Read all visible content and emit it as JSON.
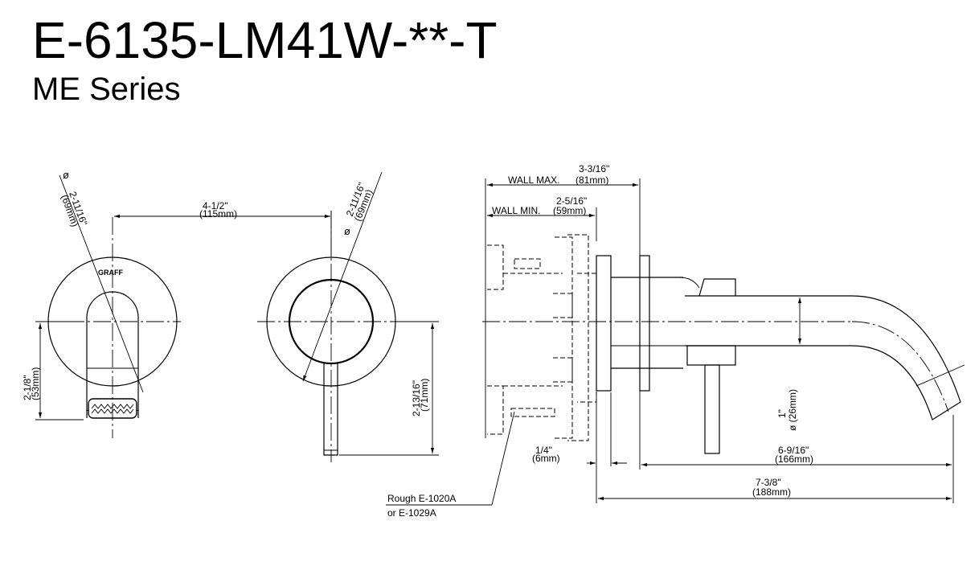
{
  "title": "E-6135-LM41W-**-T",
  "subtitle": "ME Series",
  "front_view_spout": {
    "logo": "GRAFF",
    "diameter_symbol": "ø",
    "diameter_in": "2-11/16\"",
    "diameter_mm": "(69mm)",
    "height_in": "2-1/8\"",
    "height_mm": "(53mm)"
  },
  "spacing": {
    "in": "4-1/2\"",
    "mm": "(115mm)"
  },
  "front_view_handle": {
    "diameter_symbol": "ø",
    "diameter_in": "2-11/16\"",
    "diameter_mm": "(69mm)",
    "height_in": "2-13/16\"",
    "height_mm": "(71mm)"
  },
  "side_view": {
    "wall_max_label": "WALL MAX.",
    "wall_max_in": "3-3/16\"",
    "wall_max_mm": "(81mm)",
    "wall_min_label": "WALL MIN.",
    "wall_min_in": "2-5/16\"",
    "wall_min_mm": "(59mm)",
    "plate_in": "1/4\"",
    "plate_mm": "(6mm)",
    "reach_in": "6-9/16\"",
    "reach_mm": "(166mm)",
    "total_in": "7-3/8\"",
    "total_mm": "(188mm)",
    "spout_dia_in": "1\"",
    "spout_dia_mm": "ø (26mm)",
    "rough_line1": "Rough E-1020A",
    "rough_line2": "or E-1029A"
  }
}
